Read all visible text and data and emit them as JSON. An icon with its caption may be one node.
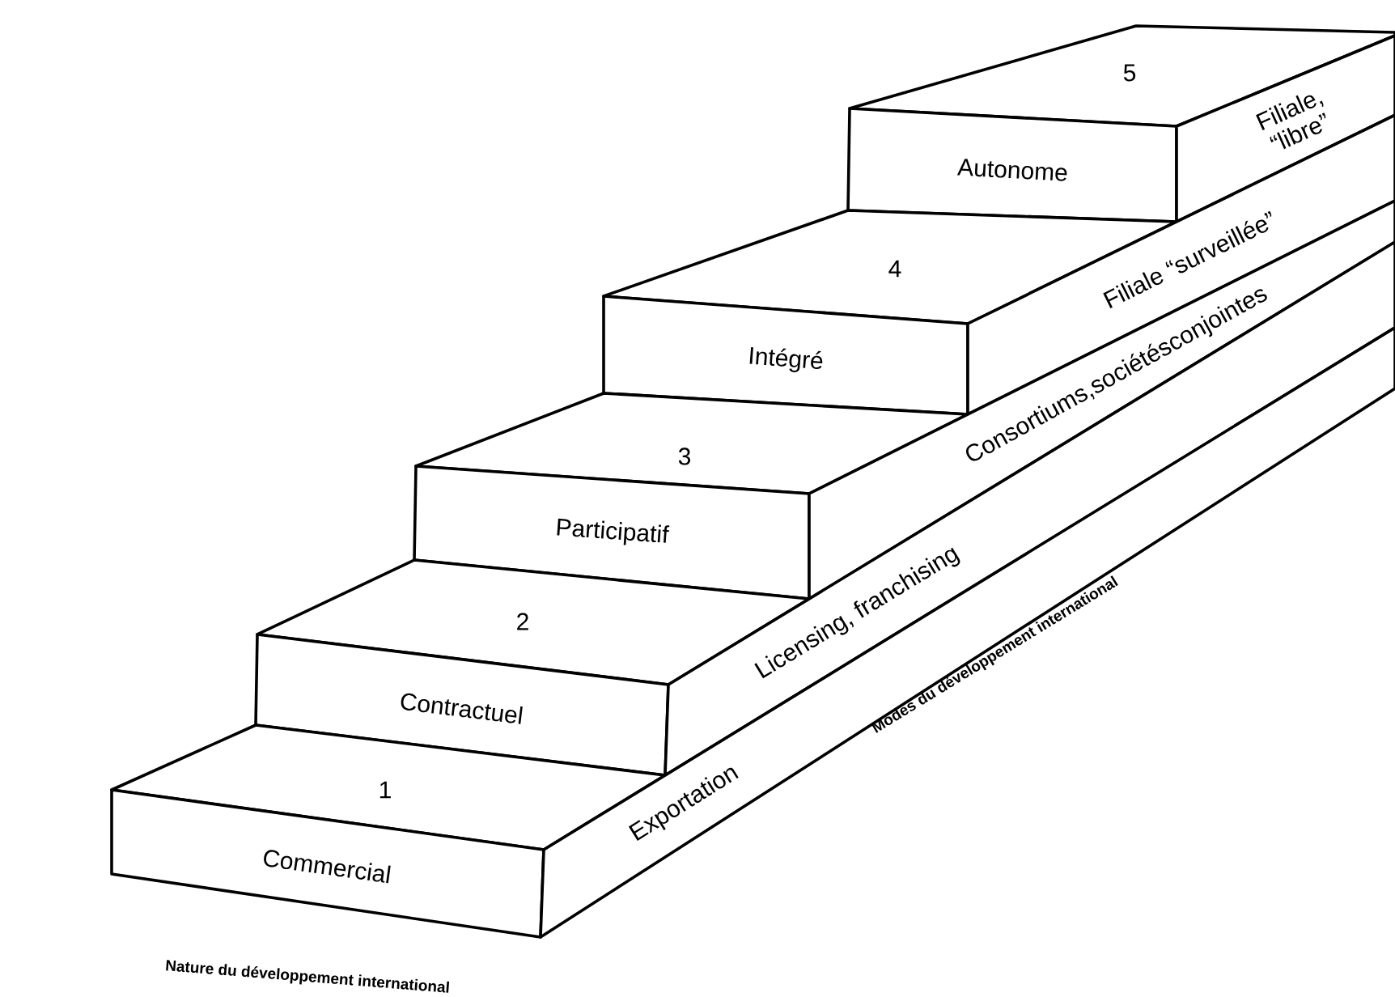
{
  "diagram": {
    "nodes": [
      {
        "text": [
          "5"
        ]
      },
      {
        "text": [
          "Autonome"
        ]
      },
      {
        "text": [
          "Filiale, “libre”"
        ]
      },
      {
        "text": [
          "4"
        ]
      },
      {
        "text": [
          "Intégré"
        ]
      },
      {
        "text": [
          "Filiale “surveillée”"
        ]
      },
      {
        "text": [
          "3"
        ]
      },
      {
        "text": [
          "Participatif"
        ]
      },
      {
        "text": [
          "Consortiums,sociétésconjointes"
        ]
      },
      {
        "text": [
          "2"
        ]
      },
      {
        "text": [
          "Contractuel"
        ]
      },
      {
        "text": [
          "Licensing, franchising"
        ]
      },
      {
        "text": [
          "1"
        ]
      },
      {
        "text": [
          "Commercial"
        ]
      },
      {
        "text": [
          "Exportation"
        ]
      }
    ],
    "labels": [
      "Modes du développement international",
      "Nature du développement international"
    ]
  }
}
